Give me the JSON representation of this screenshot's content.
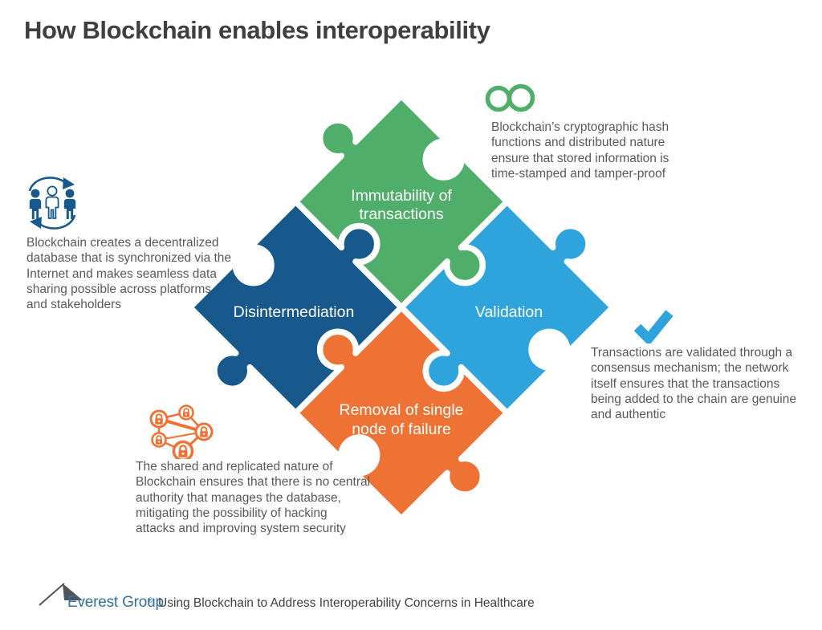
{
  "title": "How Blockchain enables interoperability",
  "pieces": {
    "immutability": {
      "label_lines": [
        "Immutability of",
        "transactions"
      ],
      "color": "#4FAE69"
    },
    "disintermediation": {
      "label_lines": [
        "Disintermediation"
      ],
      "color": "#17598C"
    },
    "validation": {
      "label_lines": [
        "Validation"
      ],
      "color": "#2EA3DC"
    },
    "removal": {
      "label_lines": [
        "Removal of single",
        "node of failure"
      ],
      "color": "#ED7233"
    }
  },
  "annotations": {
    "immutability": {
      "icon": "infinity-icon",
      "color": "#4FAE69",
      "lines": [
        "Blockchain’s cryptographic hash",
        "functions and distributed nature",
        "ensure that stored information is",
        "time-stamped and tamper-proof"
      ]
    },
    "disintermediation": {
      "icon": "people-sync-icon",
      "color": "#17598C",
      "lines": [
        "Blockchain creates a decentralized",
        "database that is synchronized via the",
        "Internet and makes seamless data",
        "sharing possible across platforms",
        "and stakeholders"
      ]
    },
    "validation": {
      "icon": "checkmark-icon",
      "color": "#2EA3DC",
      "lines": [
        "Transactions are validated through a",
        "consensus mechanism; the network",
        "itself ensures that the transactions",
        "being added to the chain are genuine",
        "and authentic"
      ]
    },
    "removal": {
      "icon": "lock-network-icon",
      "color": "#ED7233",
      "lines": [
        "The shared and replicated nature of",
        "Blockchain ensures that there is no central",
        "authority that manages the database,",
        "mitigating the possibility of hacking",
        "attacks and improving system security"
      ]
    }
  },
  "footer": {
    "logo_text": "Everest Group",
    "registered_mark": "®",
    "caption": "Using Blockchain to Address Interoperability Concerns in Healthcare"
  }
}
